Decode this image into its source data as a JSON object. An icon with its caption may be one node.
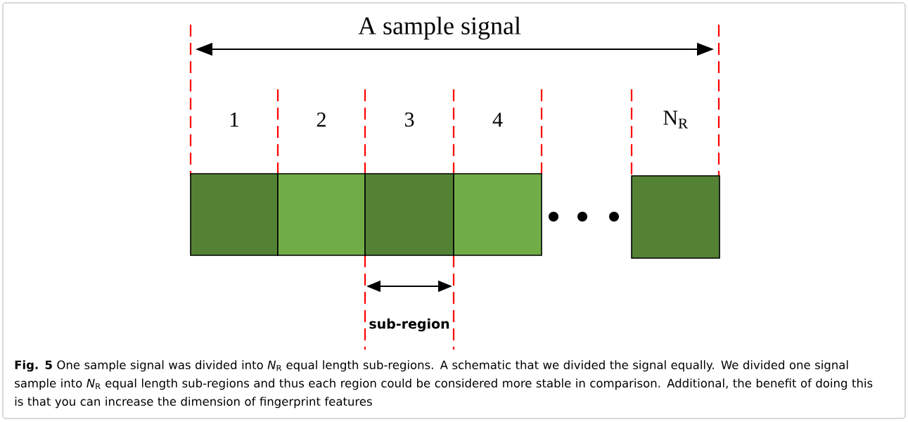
{
  "diagram": {
    "caption": "**Fig. 5** One sample signal was divided into *N*$_{R}$ equal length sub-regions. A schematic that we divided the signal equally. We divided one signal sample into *N*$_{R}$ equal length sub-regions and thus each region could be considered more stable in comparison. Additional, the benefit of doing this is that you can increase the dimension of fingerprint features",
    "nodes": [
      {
        "text": [],
        "shape": "box",
        "beside": [
          "1"
        ]
      },
      {
        "text": [],
        "shape": "box",
        "beside": [
          "2"
        ]
      },
      {
        "text": [],
        "shape": "box",
        "beside": [
          "3"
        ]
      },
      {
        "text": [],
        "shape": "box",
        "beside": [
          "4"
        ]
      },
      {
        "text": [],
        "shape": "box",
        "beside": [
          "N$_{R}$"
        ]
      }
    ],
    "labels": [
      "A sample signal",
      "sub-region"
    ]
  }
}
